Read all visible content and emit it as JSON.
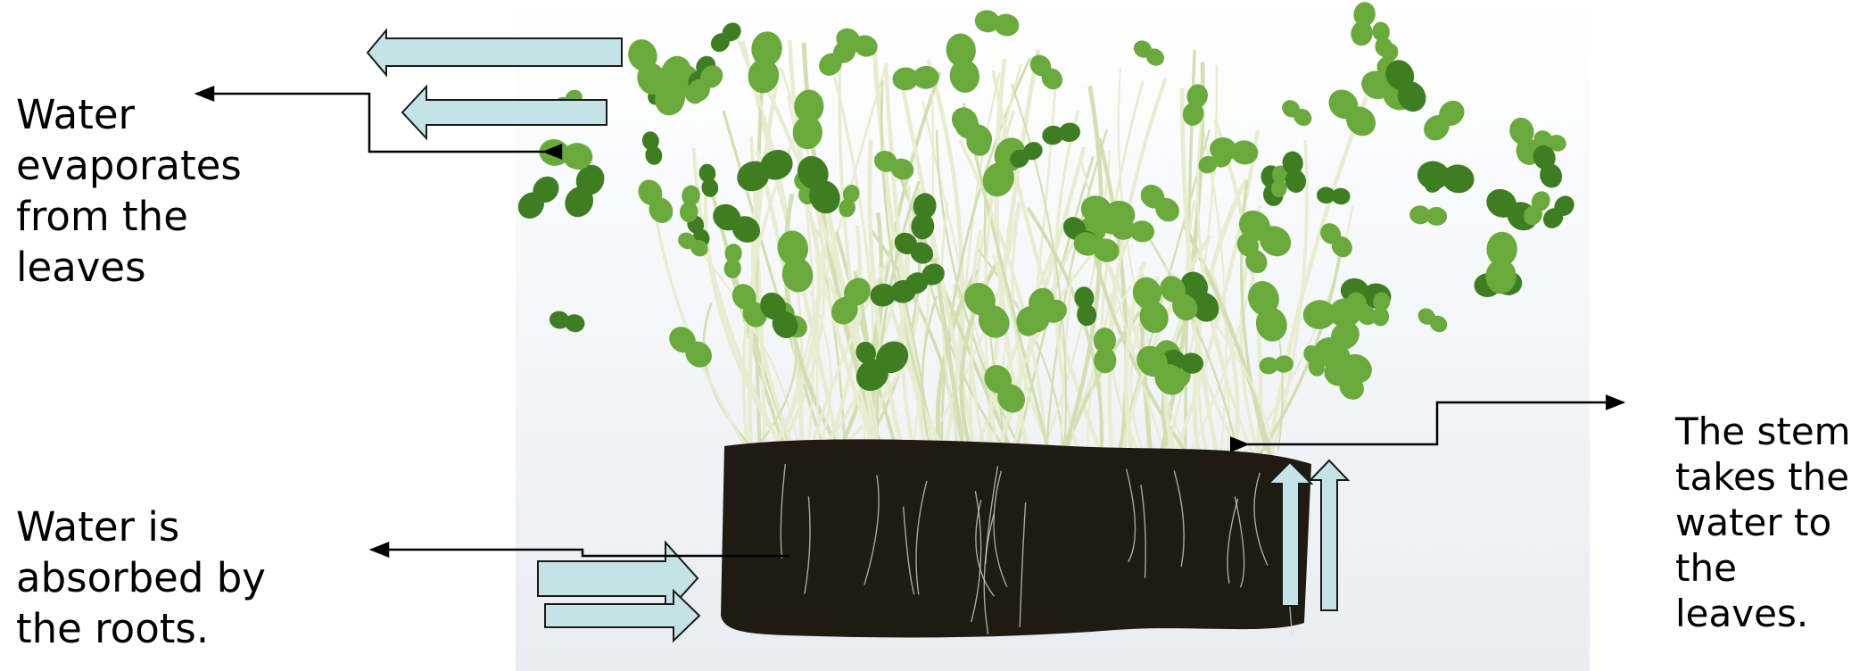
{
  "labels": {
    "evaporation": "Water\nevaporates\nfrom the\nleaves",
    "absorption": "Water is\nabsorbed by\nthe roots.",
    "stem": "The stem\ntakes the\nwater to\nthe leaves."
  },
  "colors": {
    "flow_arrow_fill": "#c3e3e6",
    "flow_arrow_stroke": "#1a1a1a",
    "stem_color": "#e8ecd0",
    "leaf_color": "#6aaa3c",
    "leaf_dark": "#3f7d22",
    "soil_color": "#1e1a12",
    "background_floor": "#f1f3f6"
  },
  "icons": {
    "evaporation_arrows": "arrow-left-block",
    "root_arrows": "arrow-right-block",
    "stem_arrows": "arrow-up-block"
  }
}
